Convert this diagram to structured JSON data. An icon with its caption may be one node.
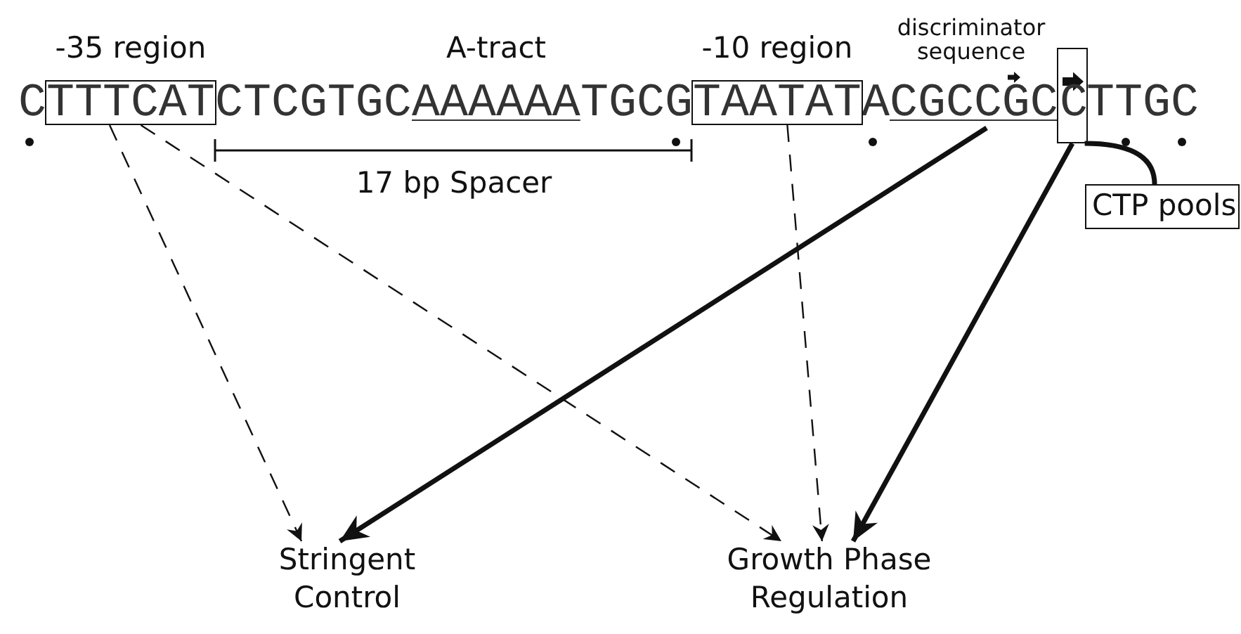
{
  "diagram": {
    "nodes": [
      {
        "text": [
          "-35 region",
          "TTTCAT"
        ]
      },
      {
        "text": [
          "-10 region",
          "TAATAT"
        ]
      },
      {
        "text": [
          "discriminator sequence",
          "CGCCGC"
        ]
      },
      {
        "text": [
          "C"
        ]
      },
      {
        "text": [
          "CTP pools"
        ]
      },
      {
        "text": [
          "Stringent Control"
        ]
      },
      {
        "text": [
          "Growth Phase Regulation"
        ]
      }
    ],
    "edges": [
      {
        "from": 0,
        "to": 5,
        "arrow": "to",
        "style": "dashed"
      },
      {
        "from": 0,
        "to": 6,
        "arrow": "to",
        "style": "dashed"
      },
      {
        "from": 1,
        "to": 6,
        "arrow": "to",
        "style": "dashed"
      },
      {
        "from": 2,
        "to": 5,
        "arrow": "to",
        "style": "thick"
      },
      {
        "from": 3,
        "to": 6,
        "arrow": "to",
        "style": "thick"
      },
      {
        "from": 3,
        "to": 4,
        "arrow": "none",
        "style": "thick"
      }
    ],
    "labels": [
      "A-tract",
      "C",
      "CTCGTGC",
      "AAAAAA",
      "TGCG",
      "A",
      "TTGC",
      "17 bp Spacer"
    ]
  }
}
